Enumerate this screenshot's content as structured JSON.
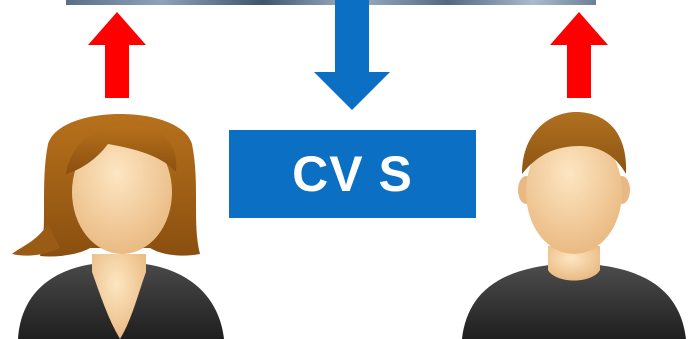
{
  "diagram": {
    "center_box": {
      "label": "CV S",
      "color": "#0b6fc3"
    },
    "arrows": [
      {
        "name": "left-up-arrow",
        "direction": "up",
        "color": "#ff0000"
      },
      {
        "name": "center-down-arrow",
        "direction": "down",
        "color": "#0b6fc3"
      },
      {
        "name": "right-up-arrow",
        "direction": "up",
        "color": "#ff0000"
      }
    ],
    "people": [
      {
        "name": "woman-avatar",
        "icon": "female-user-icon"
      },
      {
        "name": "man-avatar",
        "icon": "male-user-icon"
      }
    ]
  }
}
